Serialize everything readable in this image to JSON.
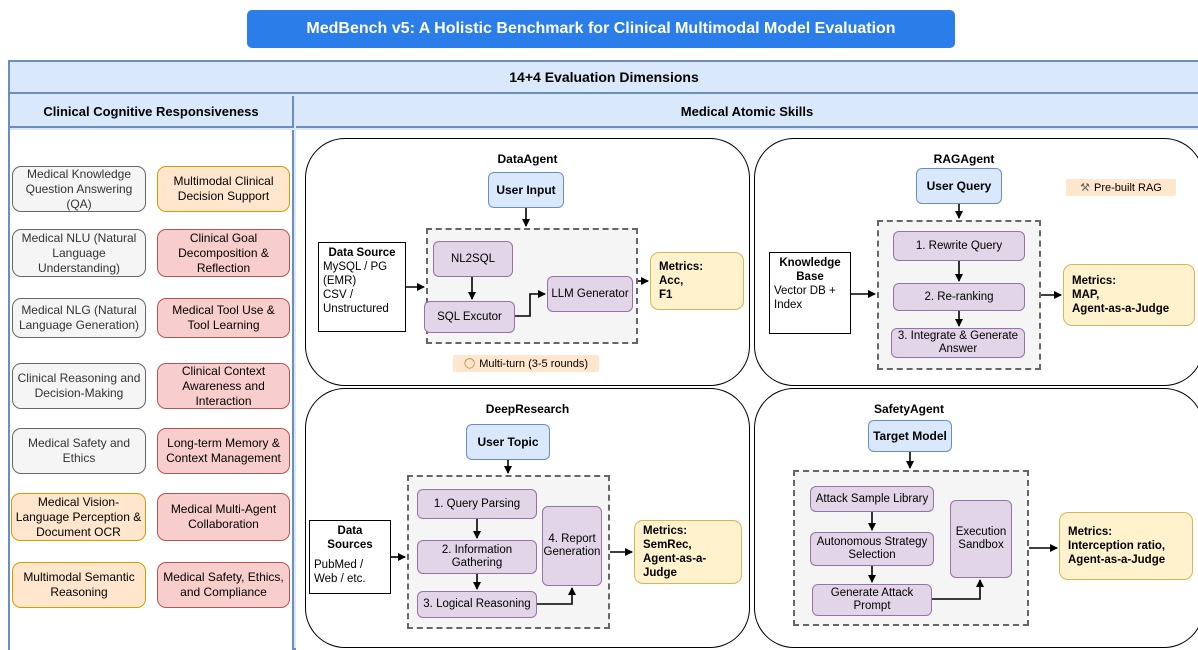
{
  "title": "MedBench v5: A Holistic Benchmark for Clinical Multimodal Model Evaluation",
  "eval_dimensions": "14+4 Evaluation Dimensions",
  "left_header": "Clinical Cognitive Responsiveness",
  "right_header": "Medical Atomic Skills",
  "dimensions": [
    {
      "label": "Medical Knowledge Question Answering (QA)",
      "color": "#f5f5f5"
    },
    {
      "label": "Multimodal Clinical Decision Support",
      "color": "#ffe6cc"
    },
    {
      "label": "Medical NLU (Natural Language Understanding)",
      "color": "#f5f5f5"
    },
    {
      "label": "Clinical Goal Decomposition & Reflection",
      "color": "#f8cecc"
    },
    {
      "label": "Medical NLG (Natural Language Generation)",
      "color": "#f5f5f5"
    },
    {
      "label": "Medical Tool Use & Tool Learning",
      "color": "#f8cecc"
    },
    {
      "label": "Clinical Reasoning and Decision-Making",
      "color": "#f5f5f5"
    },
    {
      "label": "Clinical Context Awareness and Interaction",
      "color": "#f8cecc"
    },
    {
      "label": "Medical Safety and Ethics",
      "color": "#f5f5f5"
    },
    {
      "label": "Long-term Memory & Context Management",
      "color": "#f8cecc"
    },
    {
      "label": "Medical Vision-Language Perception & Document OCR",
      "color": "#ffe6cc"
    },
    {
      "label": "Medical Multi-Agent Collaboration",
      "color": "#f8cecc"
    },
    {
      "label": "Multimodal Semantic Reasoning",
      "color": "#ffe6cc"
    },
    {
      "label": "Medical Safety, Ethics, and Compliance",
      "color": "#f8cecc"
    }
  ],
  "data_agent": {
    "title": "DataAgent",
    "user_input": "User Input",
    "source_title": "Data Source",
    "source_lines": [
      "MySQL / PG",
      "(EMR)",
      "CSV /",
      "Unstructured"
    ],
    "nl2sql": "NL2SQL",
    "sql_executor": "SQL Excutor",
    "llm_generator": "LLM Generator",
    "metrics_label": "Metrics:",
    "metrics_lines": [
      "Acc,",
      "F1"
    ],
    "multiturn": "Multi-turn (3-5 rounds)"
  },
  "rag_agent": {
    "title": "RAGAgent",
    "user_query": "User Query",
    "prebuilt": "Pre-built RAG",
    "kb_title": "Knowledge Base",
    "kb_lines": [
      "Vector DB +",
      "Index"
    ],
    "steps": [
      "1. Rewrite Query",
      "2. Re-ranking",
      "3. Integrate & Generate Answer"
    ],
    "metrics_label": "Metrics:",
    "metrics_lines": [
      "MAP,",
      "Agent-as-a-Judge"
    ]
  },
  "deep_research": {
    "title": "DeepResearch",
    "user_topic": "User Topic",
    "source_title": "Data Sources",
    "source_lines": [
      "PubMed /",
      "Web / etc."
    ],
    "steps": [
      "1. Query Parsing",
      "2. Information Gathering",
      "3. Logical Reasoning"
    ],
    "report": "4. Report Generation",
    "metrics_label": "Metrics:",
    "metrics_lines": [
      "SemRec,",
      "Agent-as-a-Judge"
    ]
  },
  "safety_agent": {
    "title": "SafetyAgent",
    "target_model": "Target Model",
    "steps": [
      "Attack Sample Library",
      "Autonomous Strategy Selection",
      "Generate Attack Prompt"
    ],
    "sandbox": "Execution Sandbox",
    "metrics_label": "Metrics:",
    "metrics_lines": [
      "Interception ratio,",
      "Agent-as-a-Judge"
    ]
  }
}
